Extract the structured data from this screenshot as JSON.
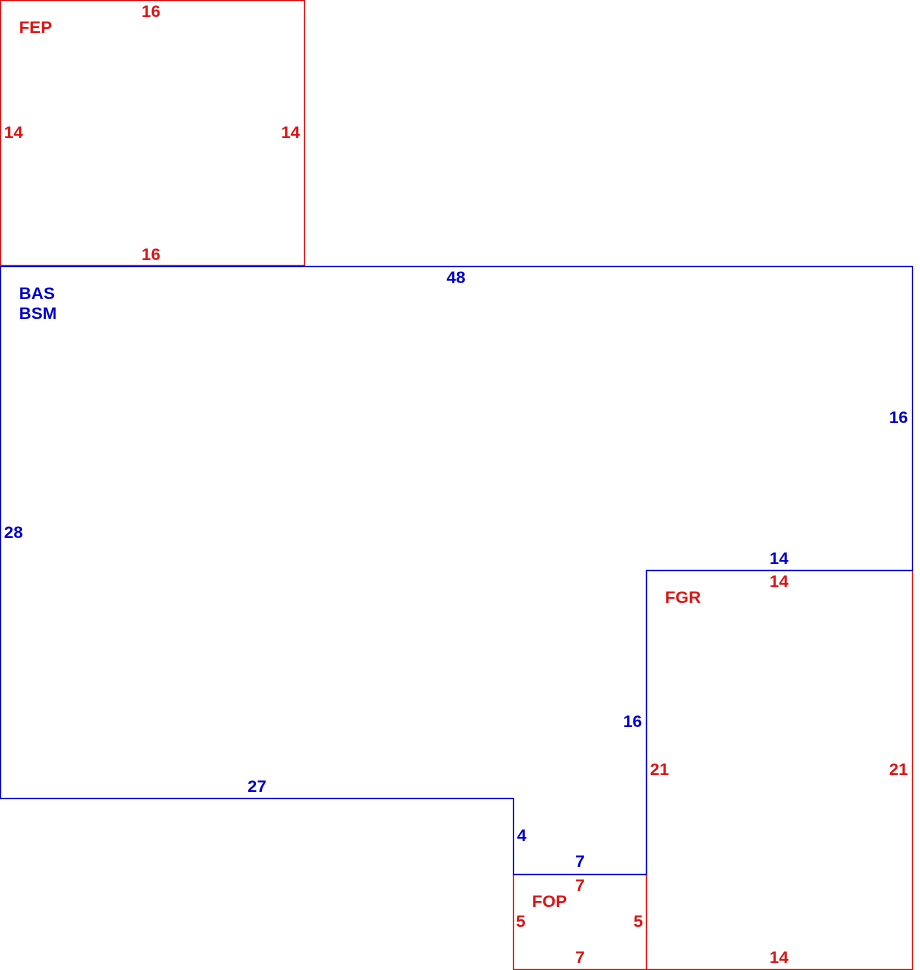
{
  "colors": {
    "main": "#0000cc",
    "additions": "#dd1111"
  },
  "areas": {
    "bas": {
      "label": "BAS"
    },
    "bsm": {
      "label": "BSM"
    },
    "fep": {
      "label": "FEP"
    },
    "fgr": {
      "label": "FGR"
    },
    "fop": {
      "label": "FOP"
    }
  },
  "dimensions": {
    "fep_top": "16",
    "fep_left": "14",
    "fep_right": "14",
    "fep_bottom": "16",
    "bas_top": "48",
    "bas_right": "16",
    "bas_left": "28",
    "bas_bottom": "27",
    "bas_step": "4",
    "bas_inner_horizontal": "14",
    "bas_inner_vertical": "16",
    "bas_fop_edge": "7",
    "fgr_top": "14",
    "fgr_left": "21",
    "fgr_right": "21",
    "fgr_bottom": "14",
    "fop_top": "7",
    "fop_left": "5",
    "fop_right": "5",
    "fop_bottom": "7"
  }
}
